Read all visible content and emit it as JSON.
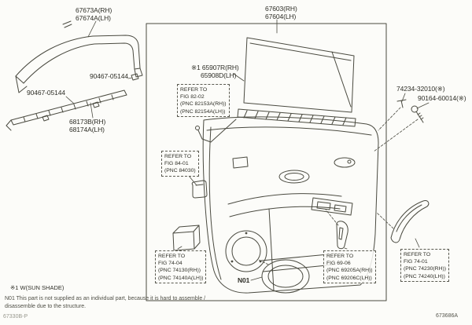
{
  "colors": {
    "background": "#fcfcf9",
    "line": "#4a4a40",
    "text": "#2e2e27",
    "muted": "#97978d"
  },
  "labels": {
    "window_frame_molding": {
      "line1": "67673A(RH)",
      "line2": "67674A(LH)"
    },
    "door_trim_board": {
      "line1": "67603(RH)",
      "line2": "67604(LH)"
    },
    "clip_upper": "90467-05144",
    "clip_lower": "90467-05144",
    "belt_molding": {
      "line1": "68173B(RH)",
      "line2": "68174A(LH)"
    },
    "sunshade": {
      "line1": "※1 65907R(RH)",
      "line2": "65908D(LH)"
    },
    "retainer_right": "74234-32010(※)",
    "screw_right": "90164-60014(※)",
    "speaker_grille": "N01"
  },
  "refer_boxes": {
    "fig_82_02": [
      "REFER TO",
      "FIG 82-02",
      "(PNC 82153A(RH))",
      "(PNC 82154A(LH))"
    ],
    "fig_84_01": [
      "REFER TO",
      "FIG 84-01",
      "(PNC 84030)"
    ],
    "fig_74_04": [
      "REFER TO",
      "FIG 74-04",
      "(PNC 74130(RH))",
      "(PNC 74140A(LH))"
    ],
    "fig_69_06": [
      "REFER TO",
      "FIG 69-06",
      "(PNC 69205A(RH))",
      "(PNC 69206C(LH))"
    ],
    "fig_74_01": [
      "REFER TO",
      "FIG 74-01",
      "(PNC 74230(RH))",
      "(PNC 74240(LH))"
    ]
  },
  "footnotes": {
    "marker": "※1 W(SUN SHADE)",
    "n01_line1": "N01 This part is not supplied as an individual part, because it is hard to assemble /",
    "n01_line2": "disassemble due to the structure."
  },
  "footer": {
    "left_code": "67330B-P",
    "right_code": "673686A"
  }
}
